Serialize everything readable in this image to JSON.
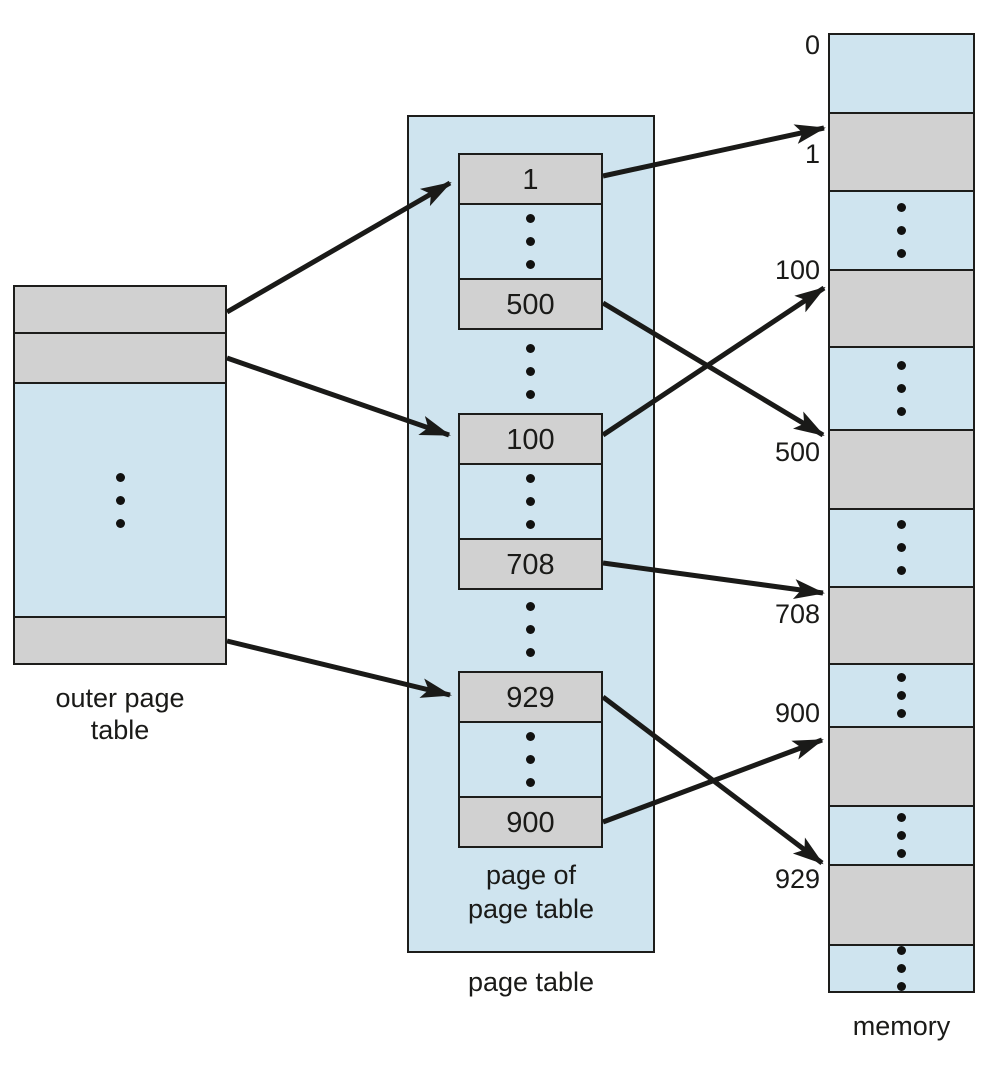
{
  "diagram": "two-level page table scheme",
  "colors": {
    "cell_blue": "#cfe4ef",
    "cell_gray": "#d1d1d1",
    "line": "#1a1a18"
  },
  "outer_page_table": {
    "label": [
      "outer page",
      "table"
    ]
  },
  "page_table": {
    "label": "page table",
    "inner_label": [
      "page of",
      "page table"
    ],
    "entries": [
      "1",
      "500",
      "100",
      "708",
      "929",
      "900"
    ]
  },
  "memory": {
    "label": "memory",
    "frame_labels": [
      "0",
      "1",
      "100",
      "500",
      "708",
      "900",
      "929"
    ]
  },
  "connections": [
    {
      "from": "outer-page-table-entry-top",
      "to": "page-table-entry-1"
    },
    {
      "from": "outer-page-table-entry-second",
      "to": "page-table-entry-100"
    },
    {
      "from": "outer-page-table-entry-bottom",
      "to": "page-table-entry-929"
    },
    {
      "from": "page-table-entry-1",
      "to": "memory-frame-1"
    },
    {
      "from": "page-table-entry-500",
      "to": "memory-frame-500"
    },
    {
      "from": "page-table-entry-100",
      "to": "memory-frame-100"
    },
    {
      "from": "page-table-entry-708",
      "to": "memory-frame-708"
    },
    {
      "from": "page-table-entry-929",
      "to": "memory-frame-929"
    },
    {
      "from": "page-table-entry-900",
      "to": "memory-frame-900"
    }
  ]
}
